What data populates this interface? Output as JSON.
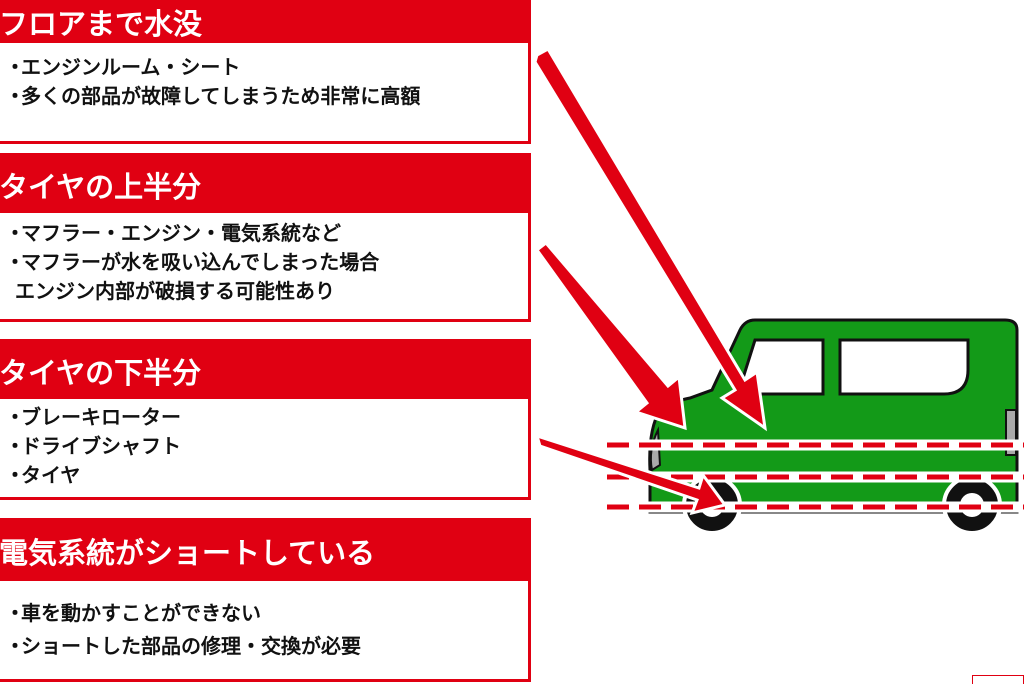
{
  "sections": [
    {
      "title": "フロアまで水没",
      "items": [
        "エンジンルーム・シート",
        "多くの部品が故障してしまうため非常に高額"
      ]
    },
    {
      "title": "タイヤの上半分",
      "items": [
        "マフラー・エンジン・電気系統など",
        "マフラーが水を吸い込んでしまった場合"
      ],
      "continuation": "エンジン内部が破損する可能性あり"
    },
    {
      "title": "タイヤの下半分",
      "items": [
        "ブレーキローター",
        "ドライブシャフト",
        "タイヤ"
      ]
    },
    {
      "title": "電気系統がショートしている",
      "items": [
        "車を動かすことができない",
        "ショートした部品の修理・交換が必要"
      ]
    }
  ],
  "colors": {
    "accent": "#e00012",
    "car": "#139a18"
  }
}
